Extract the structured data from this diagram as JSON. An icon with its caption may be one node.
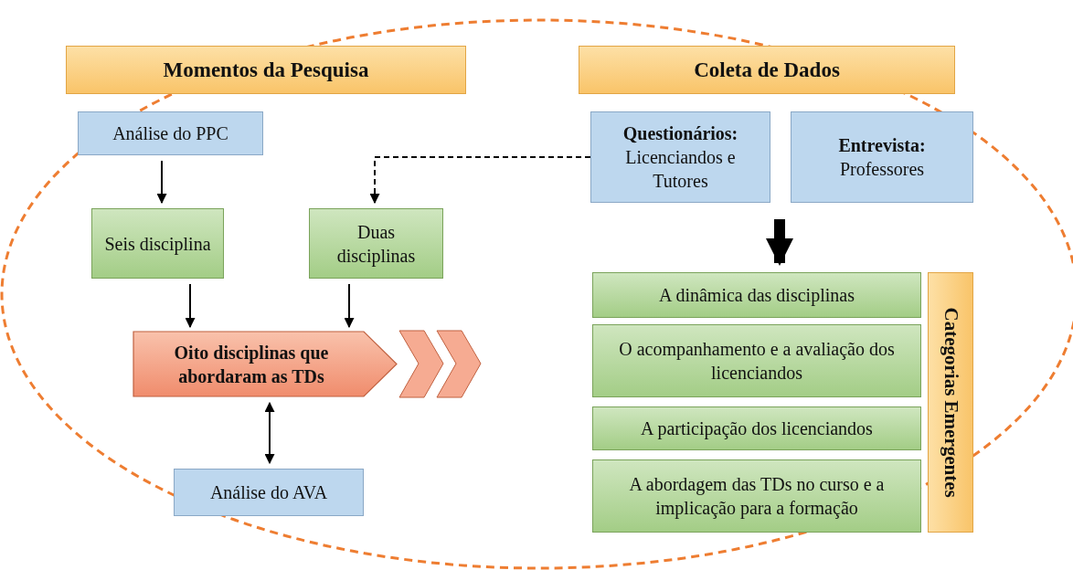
{
  "diagram": {
    "nodes": [
      {
        "text": [
          "Momentos da Pesquisa"
        ]
      },
      {
        "text": [
          "Coleta de Dados"
        ]
      },
      {
        "text": [
          "Análise do PPC"
        ]
      },
      {
        "text": [
          "Questionários:",
          "Licenciandos e Tutores"
        ]
      },
      {
        "text": [
          "Entrevista:",
          "Professores"
        ]
      },
      {
        "text": [
          "Seis disciplina"
        ]
      },
      {
        "text": [
          "Duas disciplinas"
        ]
      },
      {
        "text": [
          "Oito disciplinas que abordaram as TDs"
        ]
      },
      {
        "text": [
          "Análise do AVA"
        ]
      },
      {
        "text": [
          "A dinâmica das disciplinas"
        ]
      },
      {
        "text": [
          "O acompanhamento e a avaliação dos licenciandos"
        ]
      },
      {
        "text": [
          "A participação dos licenciandos"
        ]
      },
      {
        "text": [
          "A abordagem das TDs no curso e a implicação para a formação"
        ]
      },
      {
        "text": [
          "Categorias Emergentes"
        ]
      }
    ],
    "edges": [
      {
        "from": 2,
        "to": 5,
        "arrow": "to"
      },
      {
        "from": 3,
        "to": 6,
        "arrow": "to",
        "style": "dashed"
      },
      {
        "from": 5,
        "to": 7,
        "arrow": "to"
      },
      {
        "from": 6,
        "to": 7,
        "arrow": "to"
      },
      {
        "from": 7,
        "to": 8,
        "arrow": "both"
      },
      {
        "from": null,
        "to": 9,
        "arrow": "to",
        "style": "thick"
      }
    ]
  }
}
